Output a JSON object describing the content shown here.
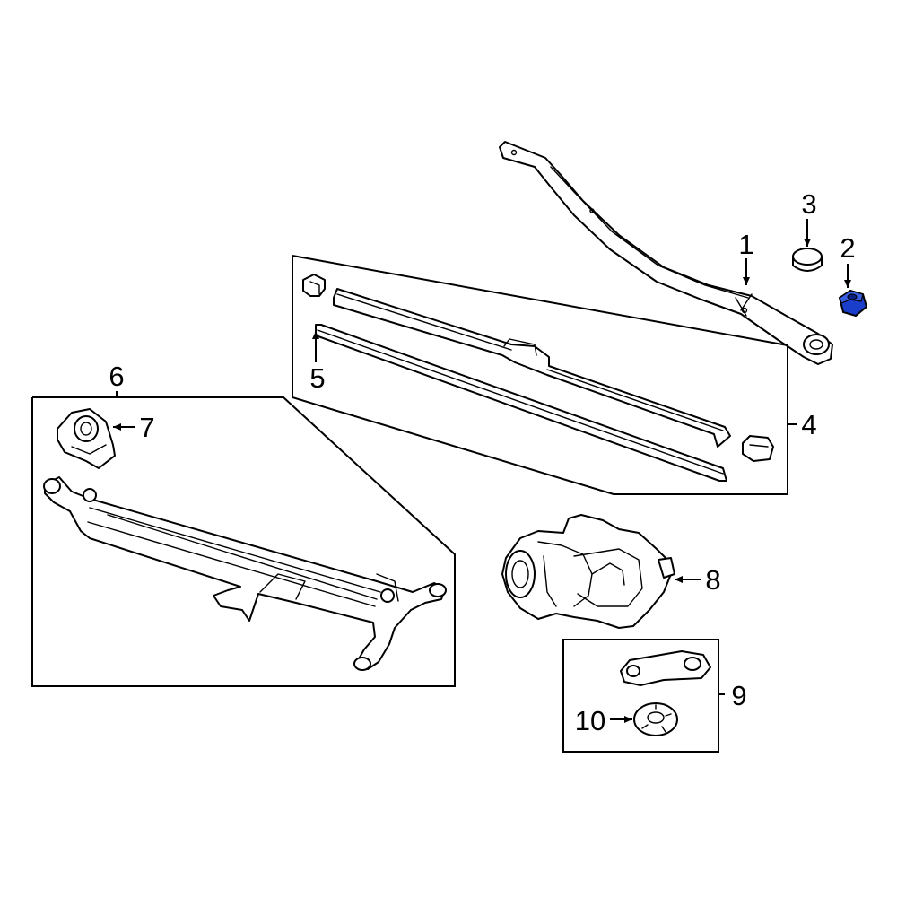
{
  "callouts": {
    "c1": "1",
    "c2": "2",
    "c3": "3",
    "c4": "4",
    "c5": "5",
    "c6": "6",
    "c7": "7",
    "c8": "8",
    "c9": "9",
    "c10": "10"
  },
  "highlight_color": "#1a3ec9",
  "line_color": "#000000",
  "background_color": "#ffffff"
}
